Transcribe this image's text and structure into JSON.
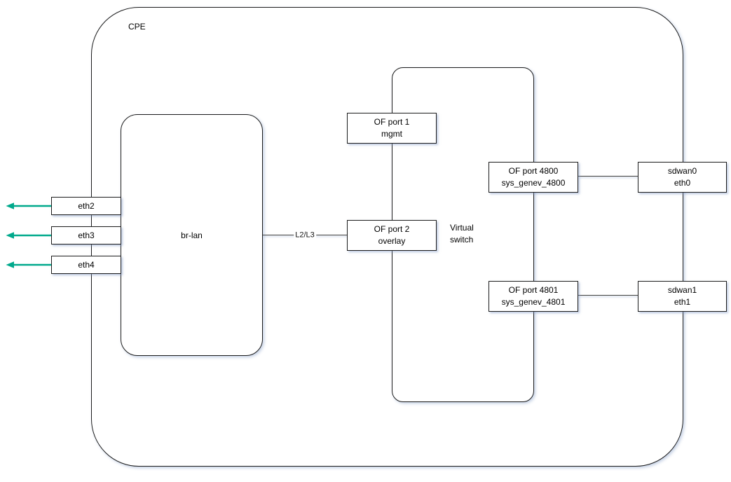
{
  "diagram": {
    "cpe": {
      "label": "CPE"
    },
    "br_lan": {
      "label": "br-lan"
    },
    "virtual_switch": {
      "label": "Virtual\nswitch"
    },
    "eth_ports": [
      {
        "label": "eth2"
      },
      {
        "label": "eth3"
      },
      {
        "label": "eth4"
      }
    ],
    "of_ports": [
      {
        "line1": "OF port 1",
        "line2": "mgmt"
      },
      {
        "line1": "OF port 2",
        "line2": "overlay"
      },
      {
        "line1": "OF port 4800",
        "line2": "sys_genev_4800"
      },
      {
        "line1": "OF port 4801",
        "line2": "sys_genev_4801"
      }
    ],
    "sdwan_ports": [
      {
        "line1": "sdwan0",
        "line2": "eth0"
      },
      {
        "line1": "sdwan1",
        "line2": "eth1"
      }
    ],
    "edges": {
      "l2l3_label": "L2/L3"
    },
    "colors": {
      "arrow": "#00a98c",
      "stroke": "#1c1c1c"
    }
  }
}
